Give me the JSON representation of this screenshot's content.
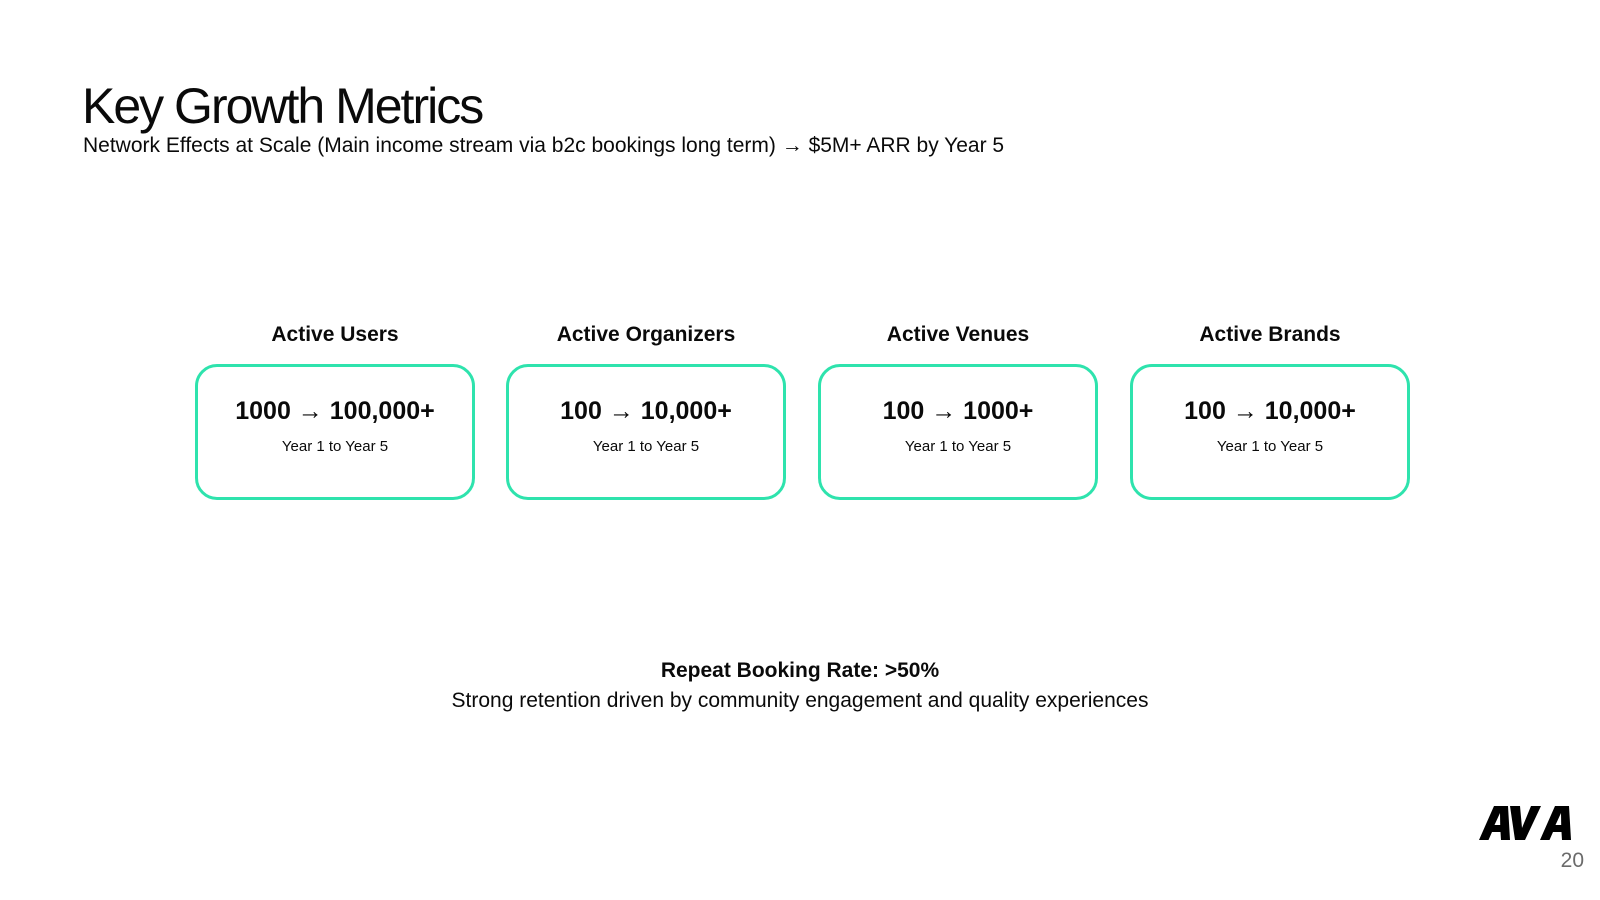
{
  "header": {
    "title": "Key Growth Metrics",
    "subtitle": "Network Effects at Scale (Main income stream via b2c bookings long term) → $5M+ ARR by Year 5"
  },
  "metrics": [
    {
      "label": "Active Users",
      "value": "1000 → 100,000+",
      "range": "Year 1 to Year 5"
    },
    {
      "label": "Active Organizers",
      "value": "100 → 10,000+",
      "range": "Year 1 to Year 5"
    },
    {
      "label": "Active Venues",
      "value": "100 → 1000+",
      "range": "Year 1 to Year 5"
    },
    {
      "label": "Active Brands",
      "value": "100 → 10,000+",
      "range": "Year 1 to Year 5"
    }
  ],
  "repeat_booking": {
    "title": "Repeat Booking Rate: >50%",
    "description": "Strong retention driven by community engagement and quality experiences"
  },
  "footer": {
    "logo_text": "AVA",
    "page_number": "20"
  },
  "colors": {
    "accent": "#2ee3ad",
    "text": "#0a0a0a"
  }
}
